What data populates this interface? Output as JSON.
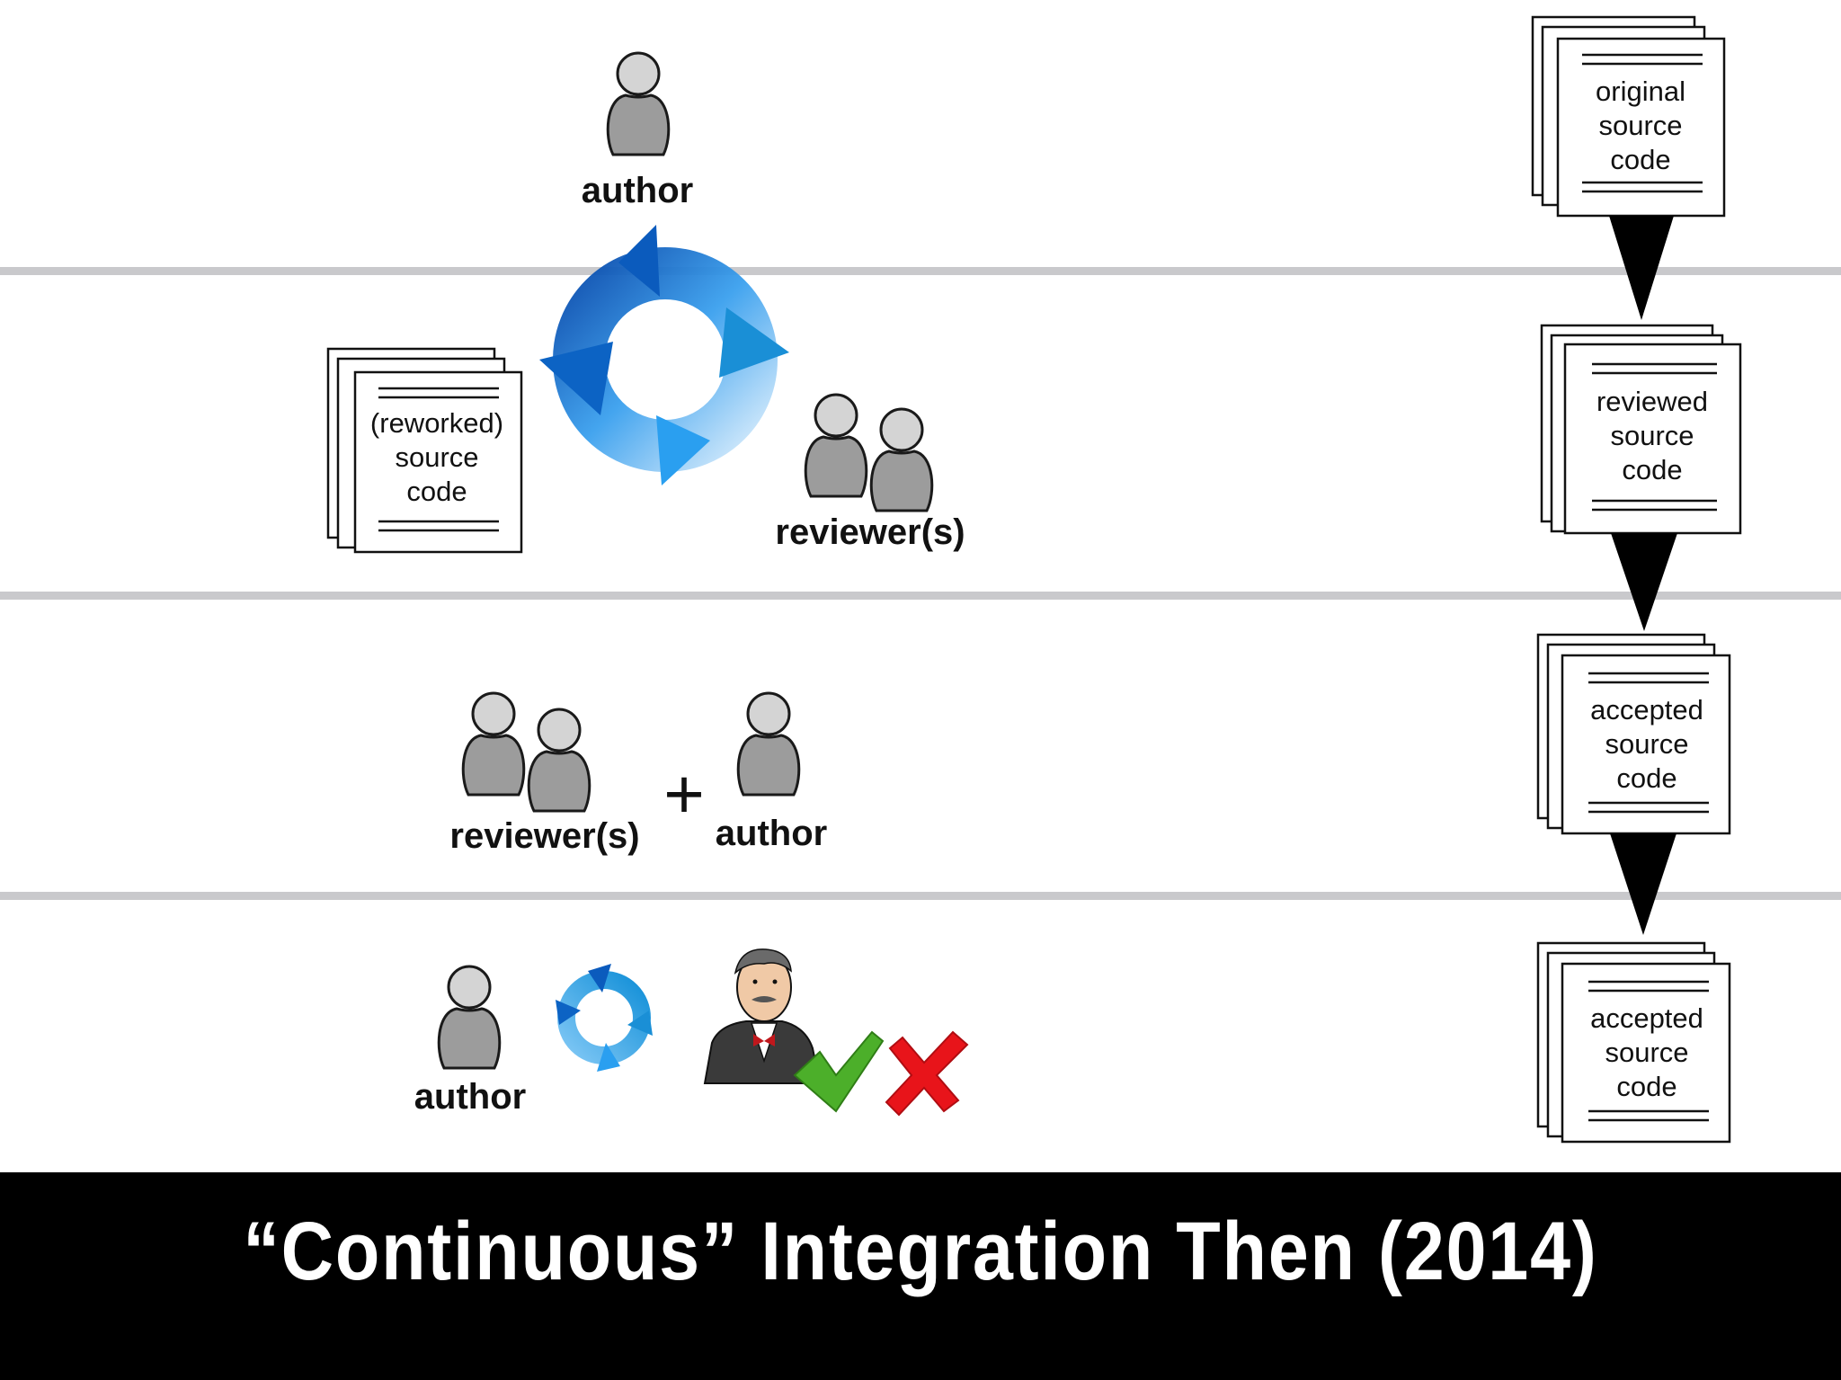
{
  "lanes": [
    {
      "people_label": "author"
    },
    {
      "doc_label": [
        "(reworked)",
        "source",
        "code"
      ],
      "people_label": "reviewer(s)"
    },
    {
      "people_left_label": "reviewer(s)",
      "joiner": "+",
      "people_right_label": "author"
    },
    {
      "people_label": "author"
    }
  ],
  "pipeline": [
    {
      "lines": [
        "original",
        "source",
        "code"
      ]
    },
    {
      "lines": [
        "reviewed",
        "source",
        "code"
      ]
    },
    {
      "lines": [
        "accepted",
        "source",
        "code"
      ]
    },
    {
      "lines": [
        "accepted",
        "source",
        "code"
      ]
    }
  ],
  "banner": {
    "title": "“Continuous” Integration Then (2014)"
  },
  "colors": {
    "divider": "#c9c9cc",
    "banner": "#000000",
    "check": "#4caf2a",
    "cross": "#e8141a",
    "cycle": "#1a7fd0"
  }
}
